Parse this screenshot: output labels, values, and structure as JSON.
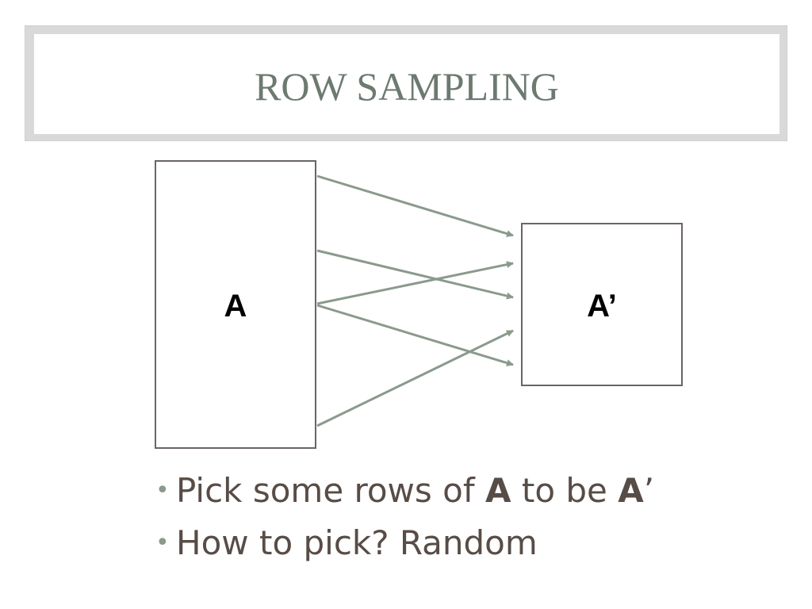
{
  "slide": {
    "title": "ROW SAMPLING"
  },
  "diagram": {
    "source_matrix_label": "A",
    "target_matrix_label": "A’",
    "edge_color": "#8a9a8d",
    "box_border_color": "#6b6466"
  },
  "bullets": {
    "marker": "•",
    "item1": {
      "part1": "Pick some rows of ",
      "bold1": "A",
      "part2": " to be ",
      "bold2": "A",
      "part3": "’"
    },
    "item2": {
      "text": "How to pick? Random"
    }
  }
}
